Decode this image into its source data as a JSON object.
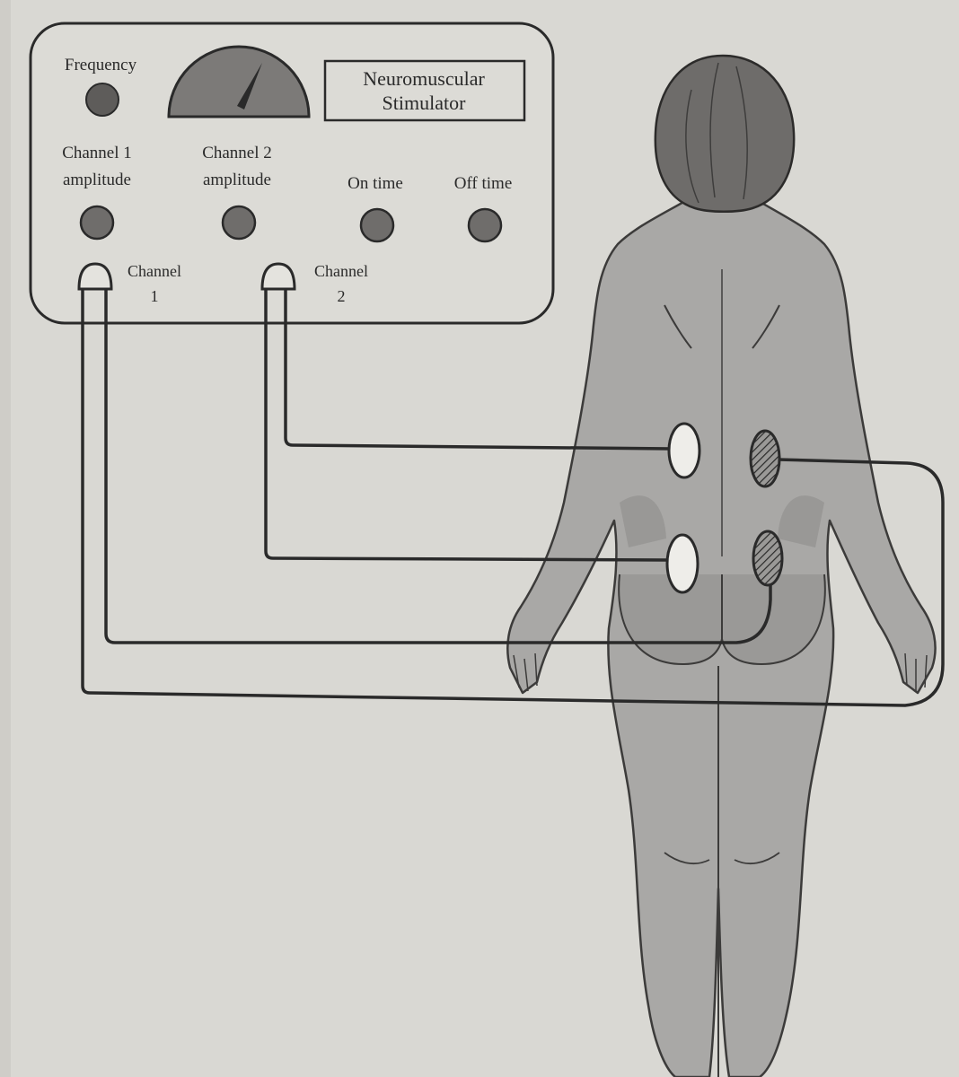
{
  "device": {
    "title_line1": "Neuromuscular",
    "title_line2": "Stimulator",
    "frequency_label": "Frequency",
    "channel1_amplitude_line1": "Channel 1",
    "channel1_amplitude_line2": "amplitude",
    "channel2_amplitude_line1": "Channel  2",
    "channel2_amplitude_line2": "amplitude",
    "on_time_label": "On time",
    "off_time_label": "Off time",
    "channel1_jack_line1": "Channel",
    "channel1_jack_line2": "1",
    "channel2_jack_line1": "Channel",
    "channel2_jack_line2": "2"
  },
  "colors": {
    "background": "#d9d8d3",
    "ink": "#2a2a2a",
    "knob": "#6f6d6b",
    "body_fill": "#a9a8a6",
    "gauge_fill": "#7c7a78"
  }
}
